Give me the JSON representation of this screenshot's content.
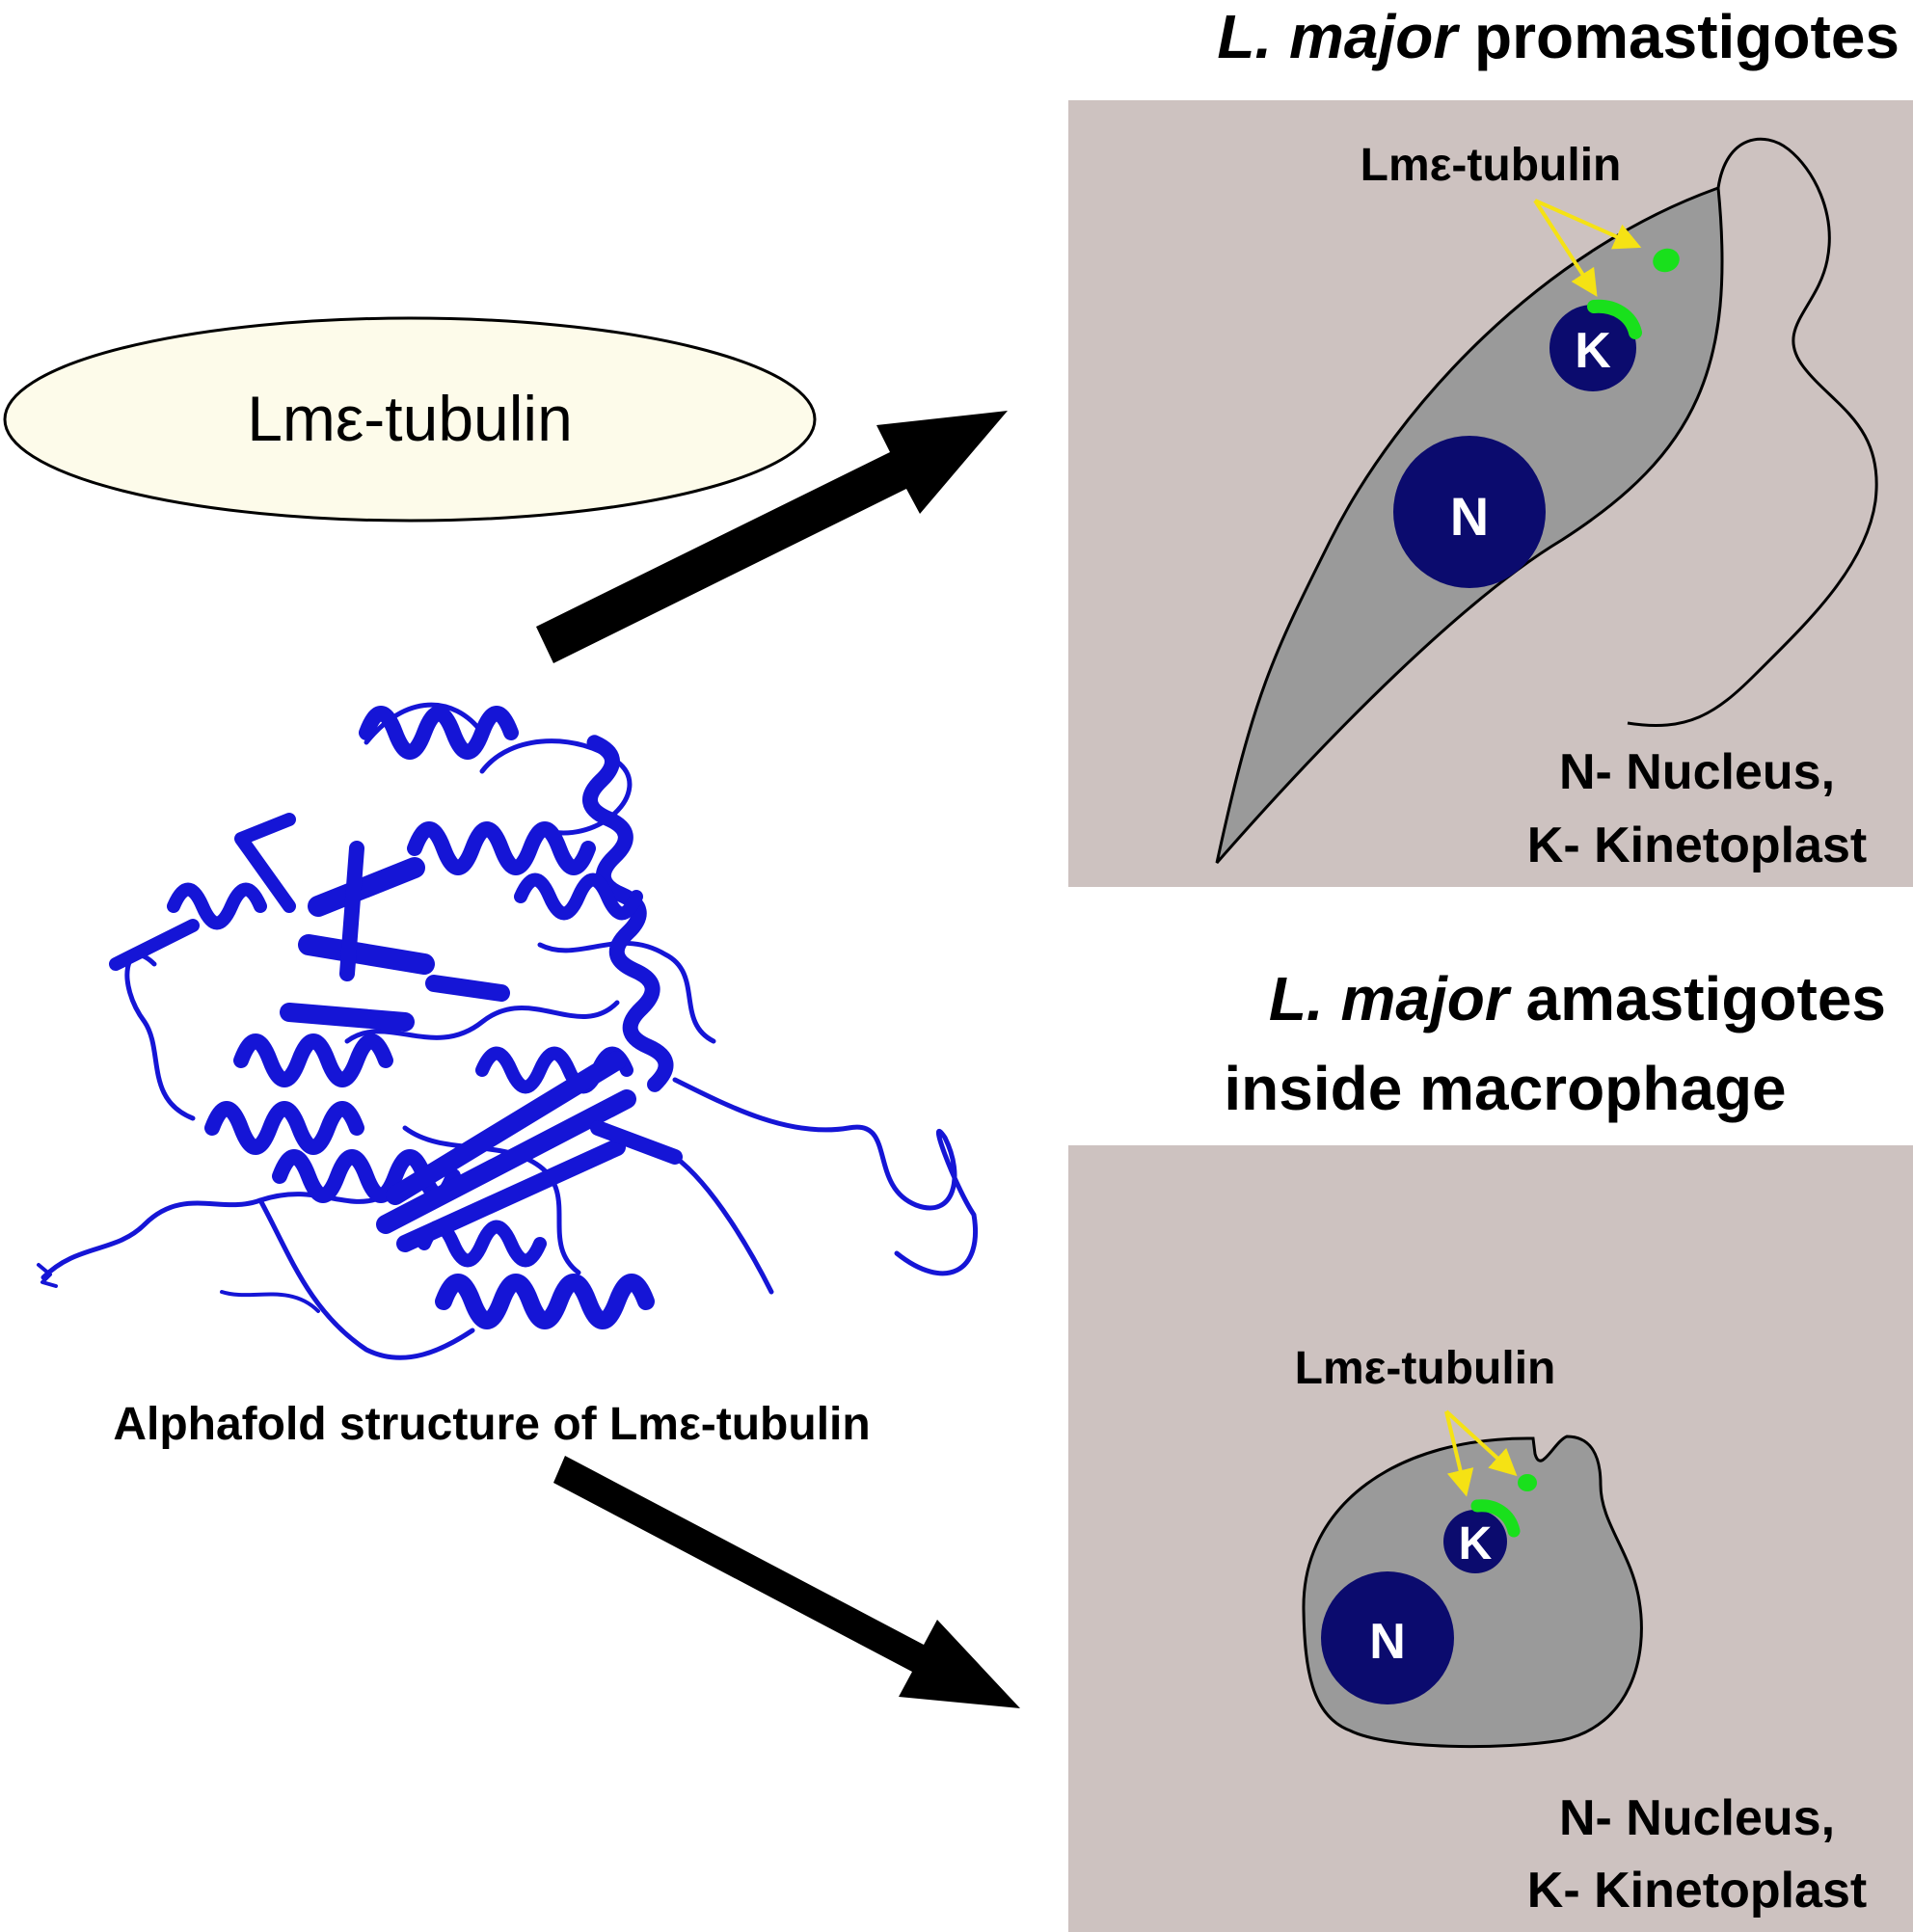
{
  "colors": {
    "protein": "#1515d6",
    "panel_bg": "#cdc2c0",
    "cell_body": "#9a9a9a",
    "organelle": "#0b0b6e",
    "tubulin_marker": "#19e01c",
    "pointer_arrow": "#f5e214",
    "flow_arrow": "#000000",
    "ellipse_fill": "#fdfbea"
  },
  "left": {
    "protein_name": "Lmε-tubulin",
    "structure_caption": "Alphafold structure of Lmε-tubulin",
    "structure_icon": "protein-ribbon-icon"
  },
  "promastigote": {
    "title_italic": "L. major",
    "title_rest": " promastigotes",
    "marker_label": "Lmε-tubulin",
    "nucleus_letter": "N",
    "kinetoplast_letter": "K",
    "legend_line1": "N- Nucleus,",
    "legend_line2": "K- Kinetoplast"
  },
  "amastigote": {
    "title_italic": "L. major",
    "title_rest": " amastigotes",
    "title_line2": "inside macrophage",
    "marker_label": "Lmε-tubulin",
    "nucleus_letter": "N",
    "kinetoplast_letter": "K",
    "legend_line1": "N- Nucleus,",
    "legend_line2": "K- Kinetoplast"
  }
}
